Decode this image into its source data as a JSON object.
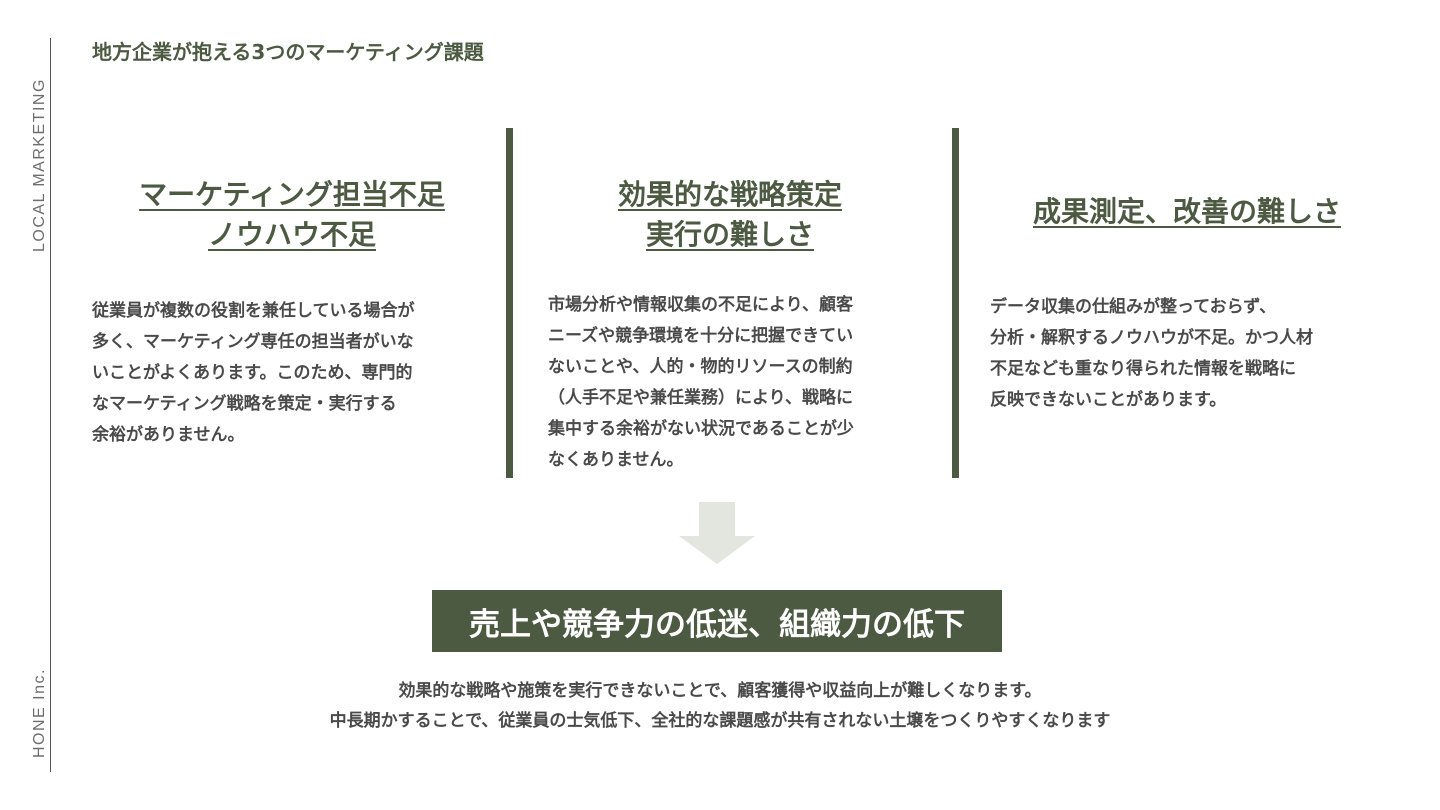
{
  "side": {
    "top_label": "LOCAL MARKETING",
    "bottom_label": "HONE Inc."
  },
  "page_title": "地方企業が抱える3つのマーケティング課題",
  "issues": [
    {
      "heading_lines": [
        "マーケティング担当不足",
        "ノウハウ不足"
      ],
      "body_lines": [
        "従業員が複数の役割を兼任している場合が",
        "多く、マーケティング専任の担当者がいな",
        "いことがよくあります。このため、専門的",
        "なマーケティング戦略を策定・実行する",
        "余裕がありません。"
      ]
    },
    {
      "heading_lines": [
        "効果的な戦略策定",
        "実行の難しさ"
      ],
      "body_lines": [
        "市場分析や情報収集の不足により、顧客",
        "ニーズや競争環境を十分に把握できてい",
        "ないことや、人的・物的リソースの制約",
        "（人手不足や兼任業務）により、戦略に",
        "集中する余裕がない状況であることが少",
        "なくありません。"
      ]
    },
    {
      "heading_lines": [
        "成果測定、改善の難しさ"
      ],
      "body_lines": [
        "データ収集の仕組みが整っておらず、",
        "分析・解釈するノウハウが不足。かつ人材",
        "不足なども重なり得られた情報を戦略に",
        "反映できないことがあります。"
      ]
    }
  ],
  "result": {
    "label": "売上や競争力の低迷、組織力の低下"
  },
  "conclusion_lines": [
    "効果的な戦略や施策を実行できないことで、顧客獲得や収益向上が難しくなります。",
    "中長期かすることで、従業員の士気低下、全社的な課題感が共有されない土壌をつくりやすくなります"
  ],
  "colors": {
    "accent": "#4c5a42",
    "arrow": "#e3e6df",
    "text": "#4a4a4a"
  },
  "icons": {
    "arrow": "down-arrow-icon"
  }
}
